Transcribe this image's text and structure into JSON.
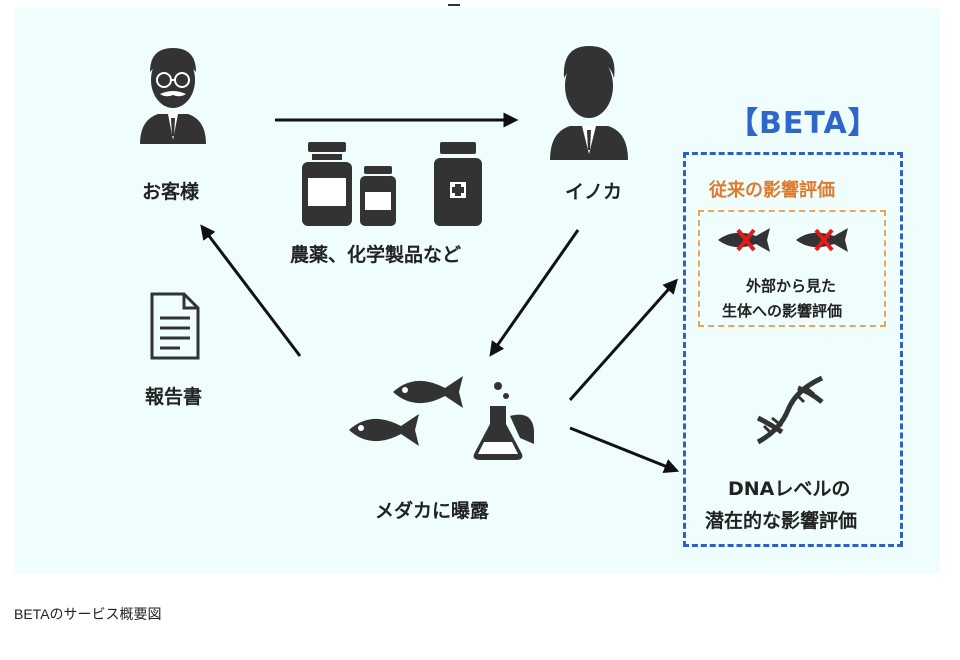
{
  "customer_label": "お客様",
  "inoka_label": "イノカ",
  "products_label": "農薬、化学製品など",
  "report_label": "報告書",
  "exposure_label": "メダカに曝露",
  "beta_title": "【BETA】",
  "traditional_title": "従来の影響評価",
  "traditional_desc_line1": "外部から見た",
  "traditional_desc_line2": "生体への影響評価",
  "dna_line1": "DNAレベルの",
  "dna_line2": "潜在的な影響評価",
  "caption": "BETAのサービス概要図",
  "colors": {
    "background": "#effdfd",
    "beta_blue": "#2f5fc4",
    "traditional_orange": "#e07b2e",
    "icon_dark": "#333333",
    "cross_red": "#e21b1b"
  }
}
